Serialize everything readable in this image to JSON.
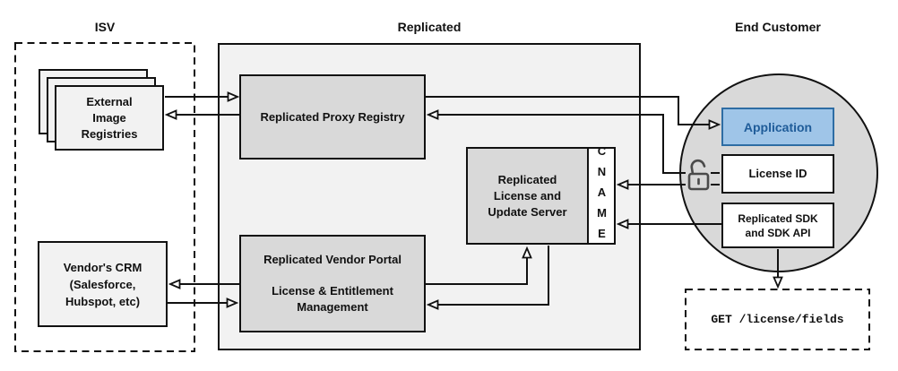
{
  "sections": {
    "isv": {
      "title": "ISV",
      "registries": {
        "lines": [
          "External",
          "Image",
          "Registries"
        ]
      },
      "crm": {
        "lines": [
          "Vendor's CRM",
          "(Salesforce,",
          "Hubspot, etc)"
        ]
      }
    },
    "replicated": {
      "title": "Replicated",
      "proxy_registry": {
        "label": "Replicated Proxy Registry"
      },
      "license_update_server": {
        "lines": [
          "Replicated",
          "License and",
          "Update Server"
        ],
        "cname_label": "CNAME"
      },
      "vendor_portal": {
        "title": "Replicated Vendor Portal",
        "subtitle_lines": [
          "License & Entitlement",
          "Management"
        ]
      }
    },
    "end_customer": {
      "title": "End Customer",
      "application": {
        "label": "Application"
      },
      "license_id": {
        "label": "License ID"
      },
      "sdk": {
        "lines": [
          "Replicated SDK",
          "and SDK API"
        ]
      },
      "api_request": {
        "label": "GET /license/fields"
      }
    }
  },
  "icons": {
    "license_lock": "open-padlock-icon"
  },
  "colors": {
    "panel_fill": "#f2f2f2",
    "node_fill": "#d9d9d9",
    "circle_fill": "#d9d9d9",
    "application_fill": "#9fc5e8",
    "application_border": "#2e6da4",
    "application_text": "#1f5c99",
    "line": "#111111"
  },
  "edges": [
    {
      "from": "external-image-registries",
      "to": "replicated-proxy-registry"
    },
    {
      "from": "replicated-proxy-registry",
      "to": "external-image-registries"
    },
    {
      "from": "replicated-proxy-registry",
      "to": "application"
    },
    {
      "from": "license-id",
      "to": "replicated-proxy-registry"
    },
    {
      "from": "license-id",
      "to": "cname"
    },
    {
      "from": "replicated-sdk",
      "to": "cname"
    },
    {
      "from": "vendor-portal",
      "to": "license-update-server"
    },
    {
      "from": "license-update-server",
      "to": "vendor-portal"
    },
    {
      "from": "vendor-portal",
      "to": "vendors-crm"
    },
    {
      "from": "vendors-crm",
      "to": "vendor-portal"
    },
    {
      "from": "replicated-sdk",
      "to": "get-license-fields"
    }
  ]
}
